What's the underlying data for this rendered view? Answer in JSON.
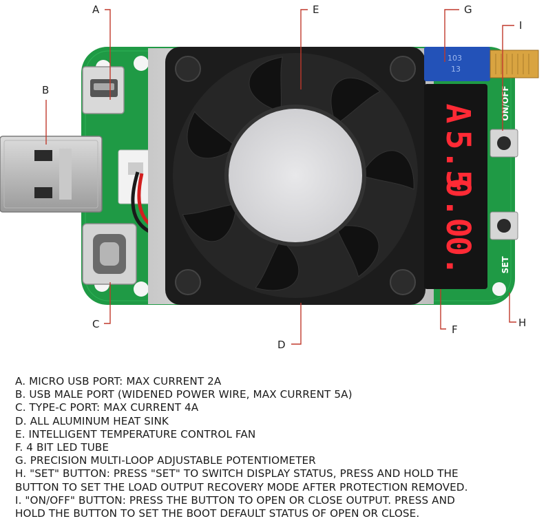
{
  "callouts": {
    "A": "A",
    "B": "B",
    "C": "C",
    "D": "D",
    "E": "E",
    "F": "F",
    "G": "G",
    "H": "H",
    "I": "I"
  },
  "device": {
    "on_off_label": "ON/OFF",
    "set_label": "SET",
    "pot_marking_1": "103",
    "pot_marking_2": "13",
    "led_digit_1": "A",
    "led_digit_2": "5.5",
    "led_digit_3": "0.0",
    "led_digit_4": "0.",
    "colors": {
      "pcb": "#1f9a45",
      "led": "#ff2a35",
      "fan": "#1c1c1c",
      "leader": "#c0392b"
    }
  },
  "legend": [
    "A. MICRO USB PORT:   MAX CURRENT 2A",
    "B. USB MALE PORT (WIDENED POWER WIRE, MAX CURRENT 5A)",
    "C. TYPE-C PORT:   MAX CURRENT 4A",
    "D. ALL ALUMINUM HEAT SINK",
    "E. INTELLIGENT TEMPERATURE CONTROL FAN",
    "F. 4 BIT LED TUBE",
    "G. PRECISION MULTI-LOOP ADJUSTABLE POTENTIOMETER",
    "H. \"SET\" BUTTON: PRESS \"SET\" TO SWITCH DISPLAY STATUS, PRESS AND HOLD THE",
    "BUTTON TO SET THE LOAD OUTPUT RECOVERY MODE AFTER PROTECTION REMOVED.",
    "I. \"ON/OFF\" BUTTON: PRESS THE BUTTON TO OPEN OR CLOSE OUTPUT. PRESS AND",
    "HOLD THE BUTTON TO SET THE BOOT DEFAULT STATUS OF OPEN OR CLOSE."
  ]
}
